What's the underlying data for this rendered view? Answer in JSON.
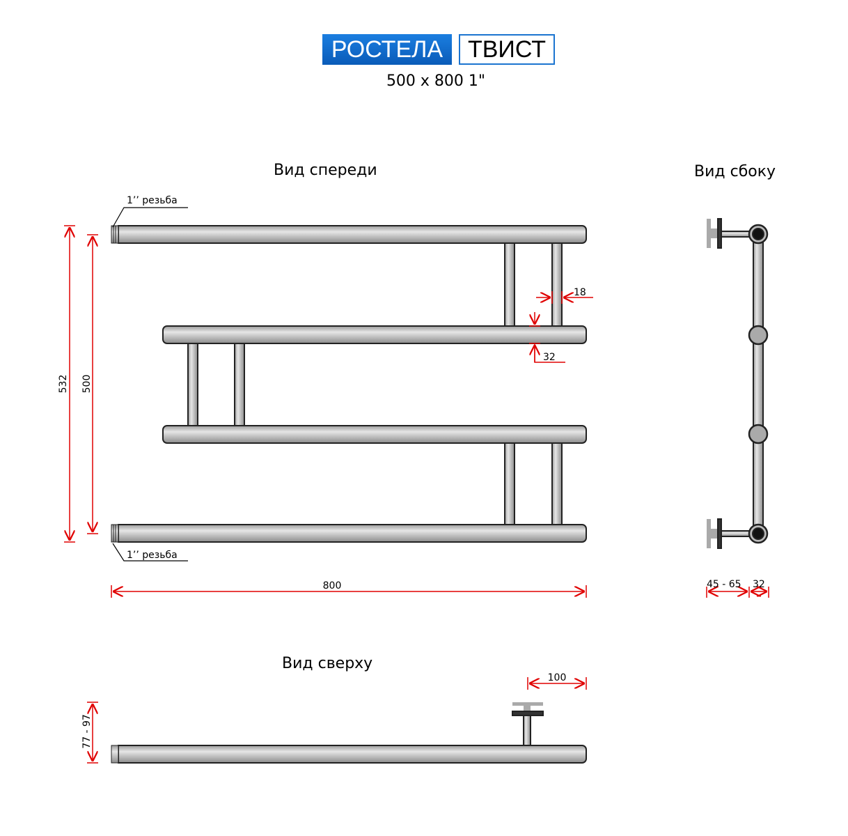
{
  "header": {
    "brand": "РОСТЕЛА",
    "model": "ТВИСТ",
    "size": "500 x 800 1\""
  },
  "views": {
    "front": "Вид спереди",
    "side": "Вид сбоку",
    "top": "Вид сверху"
  },
  "dimensions": {
    "thread_top": "1’’ резьба",
    "thread_bottom": "1’’ резьба",
    "height_total": "532",
    "height_centers": "500",
    "width": "800",
    "pipe_d": "18",
    "gap": "32",
    "side_wall": "45 - 65",
    "side_pipe": "32",
    "top_bracket": "100",
    "top_depth": "77 - 97"
  },
  "colors": {
    "brand": "#0a5bb8",
    "dim": "#e00000",
    "pipe": "#c8c8c8"
  }
}
